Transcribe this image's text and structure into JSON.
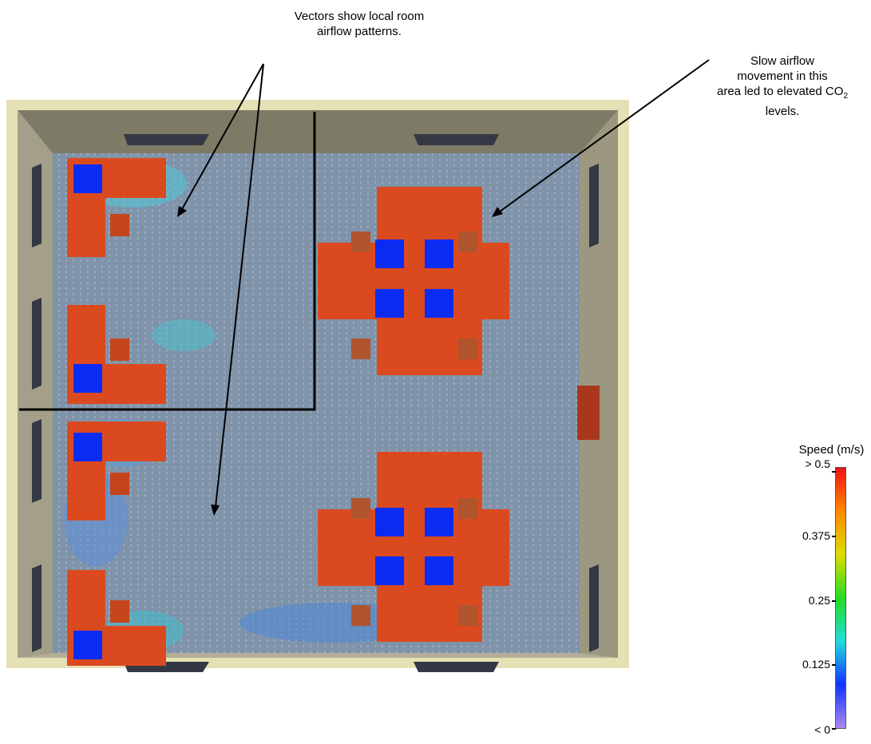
{
  "annotations": {
    "vectors": {
      "line1": "Vectors show local  room",
      "line2": "airflow patterns."
    },
    "slow_airflow": {
      "line1": "Slow airflow",
      "line2": "movement  in this",
      "line3_pre": "area led to elevated  CO",
      "line3_sub": "2",
      "line4": "levels."
    }
  },
  "legend": {
    "title": "Speed (m/s)",
    "ticks": [
      "> 0.5",
      "0.375",
      "0.25",
      "0.125",
      "< 0"
    ],
    "gradient": [
      "#ee1111",
      "#ff8800",
      "#dddd00",
      "#22dd22",
      "#22dddd",
      "#1133ff",
      "#aa88ee"
    ]
  },
  "colors": {
    "wall_outer": "#e6e0b5",
    "wall_inner": "#8d8a74",
    "floor": "#7f93a9",
    "furniture": "#db4a1f",
    "computer": "#0a2cf2",
    "chair": "#a8502e",
    "window": "#333844",
    "divider": "#000000",
    "vector_field": "#7fa4e0"
  }
}
